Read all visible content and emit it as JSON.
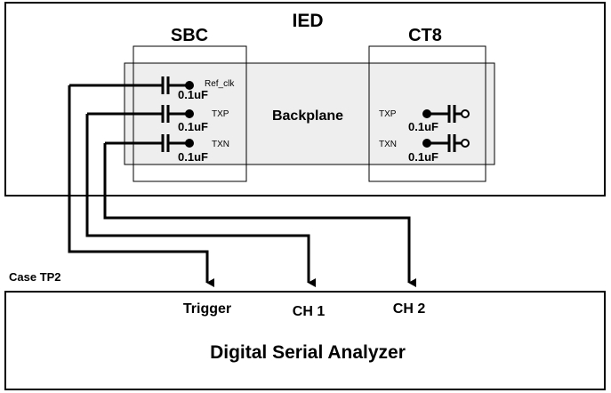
{
  "ied": {
    "label": "IED"
  },
  "sbc": {
    "label": "SBC",
    "signals": [
      {
        "name": "Ref_clk",
        "cap": "0.1uF"
      },
      {
        "name": "TXP",
        "cap": "0.1uF"
      },
      {
        "name": "TXN",
        "cap": "0.1uF"
      }
    ]
  },
  "backplane": {
    "label": "Backplane"
  },
  "ct8": {
    "label": "CT8",
    "signals": [
      {
        "name": "TXP",
        "cap": "0.1uF"
      },
      {
        "name": "TXN",
        "cap": "0.1uF"
      }
    ]
  },
  "case_label": "Case TP2",
  "analyzer": {
    "label": "Digital Serial Analyzer",
    "inputs": [
      "Trigger",
      "CH 1",
      "CH 2"
    ]
  },
  "colors": {
    "stroke": "#000000",
    "backplane_fill": "#eeeeee"
  }
}
